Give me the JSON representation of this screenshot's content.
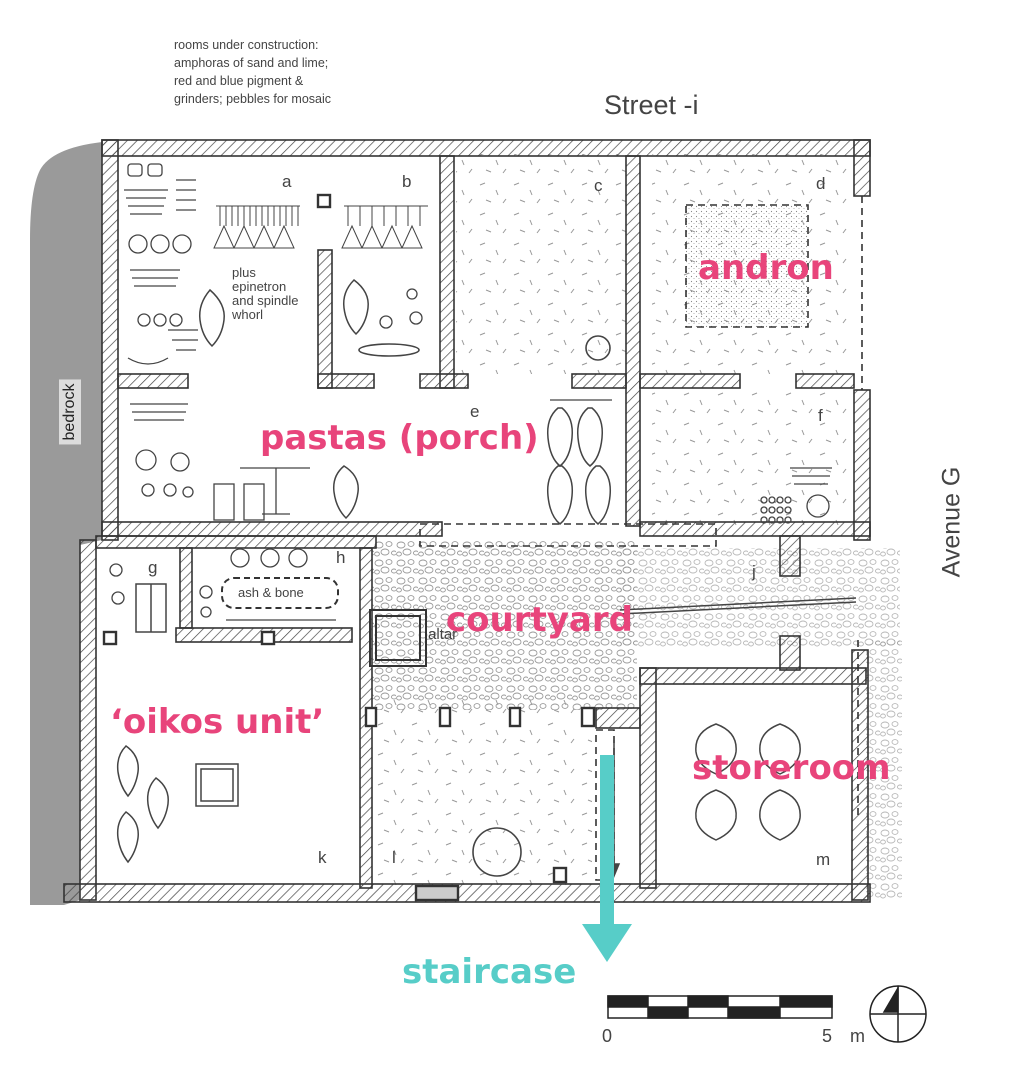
{
  "note": {
    "lines": [
      "rooms under construction:",
      "amphoras of sand and lime;",
      "red and blue pigment &",
      "grinders; pebbles for mosaic"
    ]
  },
  "street_label": "Street -i",
  "avenue_label": "Avenue G",
  "bedrock_label": "bedrock",
  "room_letters": {
    "a": "a",
    "b": "b",
    "c": "c",
    "d": "d",
    "e": "e",
    "f": "f",
    "g": "g",
    "h": "h",
    "j": "j",
    "k": "k",
    "l": "l",
    "m": "m"
  },
  "small_labels": {
    "plus_lines": [
      "plus",
      "epinetron",
      "and spindle",
      "whorl"
    ],
    "ash_bone": "ash & bone",
    "altar": "altar"
  },
  "highlight_labels": {
    "andron": "andron",
    "pastas": "pastas (porch)",
    "courtyard": "courtyard",
    "oikos": "‘oikos unit’",
    "storeroom": "storeroom",
    "staircase": "staircase"
  },
  "scale": {
    "zero": "0",
    "five": "5",
    "unit": "m"
  },
  "colors": {
    "highlight": "#e8447b",
    "staircase": "#57cdc8",
    "wall": "#444444",
    "bedrock": "#9a9a9a"
  }
}
